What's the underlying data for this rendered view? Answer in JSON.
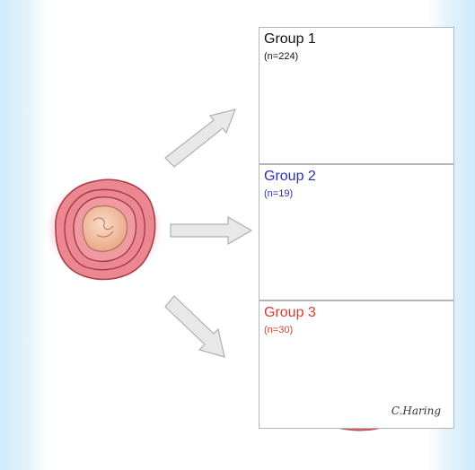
{
  "groups": [
    {
      "title": "Group 1",
      "count": "(n=224)",
      "title_color": "#111111",
      "count_color": "#111111"
    },
    {
      "title": "Group 2",
      "count": "(n=19)",
      "title_color": "#2a31b8",
      "count_color": "#2a31b8"
    },
    {
      "title": "Group 3",
      "count": "(n=30)",
      "title_color": "#e03a2f",
      "count_color": "#e03a2f"
    }
  ],
  "signature": "C.Haring",
  "colors": {
    "vessel_wall": "#e07c82",
    "vessel_wall_dark": "#c4535c",
    "tumor": "#f2bfa3",
    "tumor_outline": "#b3705a",
    "arrow_fill": "#e8e8e8",
    "arrow_stroke": "#b0b0b0"
  }
}
